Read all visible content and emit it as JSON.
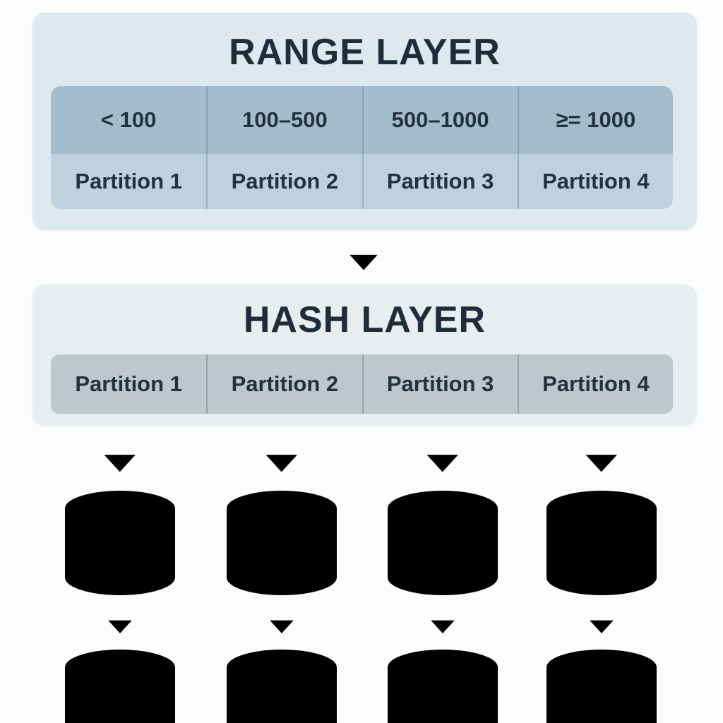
{
  "colors": {
    "page_bg": "#fbfcfd",
    "range_box_bg": "#dde9ef",
    "range_header_bg": "#a3bdcd",
    "range_partition_bg": "#bdd2de",
    "hash_box_bg": "#e8edf0",
    "hash_row_bg": "#bdc7cc",
    "title_text": "#1f2c39",
    "cell_text": "#22313e",
    "arrow": "#46555e",
    "db_body": "#20425c",
    "db_stripe": "#8cacc2"
  },
  "icons": {
    "arrow": "arrow-down-icon",
    "database": "database-cylinder-icon"
  },
  "range_layer": {
    "title": "RANGE LAYER",
    "columns": [
      {
        "range": "< 100",
        "partition": "Partition 1"
      },
      {
        "range": "100–500",
        "partition": "Partition 2"
      },
      {
        "range": "500–1000",
        "partition": "Partition 3"
      },
      {
        "range": "≥= 1000",
        "partition": "Partition 4"
      }
    ]
  },
  "hash_layer": {
    "title": "HASH LAYER",
    "partitions": [
      "Partition 1",
      "Partition 2",
      "Partition 3",
      "Partition 4"
    ]
  },
  "storage": {
    "rows_of_databases": 2,
    "databases_per_row": 4
  }
}
